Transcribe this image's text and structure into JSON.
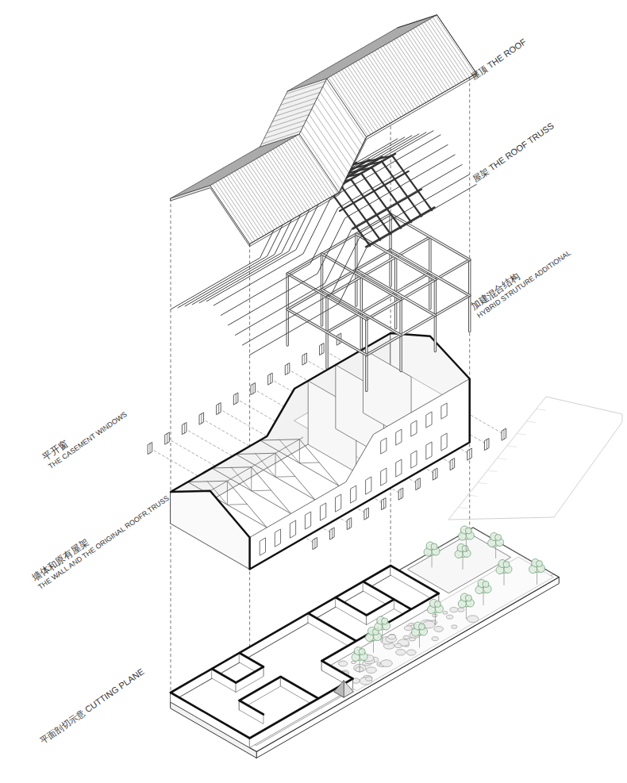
{
  "diagram": {
    "labels": [
      "屋顶 THE ROOF",
      "屋架 THE ROOF TRUSS",
      "加建混合结构",
      "HYBRID STRUTURE ADDITIONAL",
      "平开窗",
      "THE CASEMENT WINDOWS",
      "墙体和原有屋架",
      "THE WALL AND THE ORIGINAL ROOFR,TRUSS",
      "平面剖切示意 CUTTING PLANE"
    ]
  }
}
